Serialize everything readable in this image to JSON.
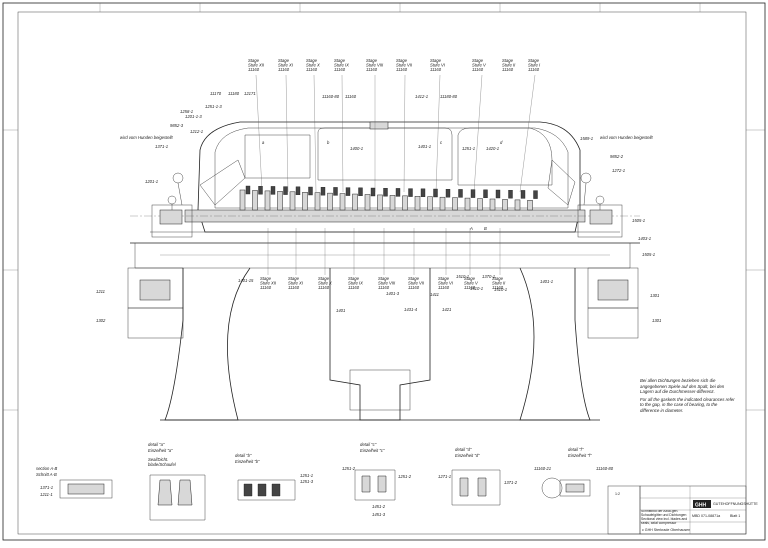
{
  "stage_labels_top": [
    {
      "title": "Stage",
      "sub": "Stufe XII",
      "code": "11160"
    },
    {
      "title": "Stage",
      "sub": "Stufe XI",
      "code": "11160"
    },
    {
      "title": "Stage",
      "sub": "Stufe X",
      "code": "11160"
    },
    {
      "title": "Stage",
      "sub": "Stufe IX",
      "code": "11160"
    },
    {
      "title": "Stage",
      "sub": "Stufe VIII",
      "code": "11160"
    },
    {
      "title": "Stage",
      "sub": "Stufe VII",
      "code": "11160"
    },
    {
      "title": "Stage",
      "sub": "Stufe VI",
      "code": "11160"
    },
    {
      "title": "Stage",
      "sub": "Stufe V",
      "code": "11160"
    },
    {
      "title": "Stage",
      "sub": "Stufe II",
      "code": "11160"
    },
    {
      "title": "Stage",
      "sub": "Stufe I",
      "code": "11160"
    }
  ],
  "stage_labels_bottom": [
    {
      "title": "Stage",
      "sub": "Stufe XII",
      "code": "11160"
    },
    {
      "title": "Stage",
      "sub": "Stufe XI",
      "code": "11160"
    },
    {
      "title": "Stage",
      "sub": "Stufe X",
      "code": "11160"
    },
    {
      "title": "Stage",
      "sub": "Stufe IX",
      "code": "11160"
    },
    {
      "title": "Stage",
      "sub": "Stufe VIII",
      "code": "11160"
    },
    {
      "title": "Stage",
      "sub": "Stufe VII",
      "code": "11160"
    },
    {
      "title": "Stage",
      "sub": "Stufe VI",
      "code": "11160"
    },
    {
      "title": "Stage",
      "sub": "Stufe V",
      "code": "11160"
    },
    {
      "title": "Stage",
      "sub": "Stufe II",
      "code": "11160"
    }
  ],
  "part_labels_upper": [
    "11170",
    "11180",
    "12171",
    "1218-1",
    "11160-80",
    "11160",
    "1412-1",
    "1400-1",
    "1401-1",
    "11180-80",
    "1251-1-3",
    "1201-1-3",
    "1258-1",
    "1212-1",
    "9852-3",
    "11360-1-3",
    "1371-1",
    "1201-1",
    "1201-1",
    "1251-1",
    "1420-1"
  ],
  "part_labels_right": [
    "1589-1",
    "9852-2",
    "1272-1",
    "1505-1",
    "1403-1",
    "1505-1",
    "1301"
  ],
  "part_labels_left": [
    "1211",
    "1302"
  ],
  "part_labels_lower": [
    "1401-15",
    "1401",
    "1401-3",
    "1431-4",
    "1411",
    "1421",
    "1510-1",
    "1510-1",
    "1370-1",
    "1510-1",
    "1401-1"
  ],
  "seal_note_left": "wird vom Hunden beigestellt",
  "seal_note_right": "wird vom Hunden beigestellt",
  "notes": {
    "german": "Bei allen Dichtungen beziehen sich die angegebenen Spiele auf den Spalt, bei den Lagern auf die Durchmesser-differenz.",
    "english": "For all the gaskets the indicated clearances refer to the gap, in the case of bearing, to the difference in diameter."
  },
  "details": [
    {
      "title": "section A-B",
      "sub": "Schnitt A-B",
      "parts": [
        "1371-1",
        "1211-1"
      ]
    },
    {
      "title": "detail \"a\"",
      "sub": "Einzelheit \"a\"",
      "parts": [
        "Seal/Dicht.",
        "blade/Schaufel"
      ]
    },
    {
      "title": "detail \"b\"",
      "sub": "Einzelheit \"b\"",
      "parts": [
        "1251-1",
        "1251-3"
      ]
    },
    {
      "title": "detail \"c\"",
      "sub": "Einzelheit \"c\"",
      "parts": [
        "1251-2",
        "1251-2",
        "1451-2",
        "1451-3"
      ]
    },
    {
      "title": "detail \"d\"",
      "sub": "Einzelheit \"d\"",
      "parts": [
        "1271-1",
        "1371-2"
      ]
    },
    {
      "title": "detail \"f\"",
      "sub": "Einzelheit \"f\"",
      "parts": [
        "11160-21",
        "11160-80"
      ]
    }
  ],
  "title_block": {
    "brand": "GHH",
    "company": "GUTEHOFFNUNGSHÜTTE",
    "title_de": "Schnittbild der Axial-gen. Schaufelgitter und Dichtungen",
    "title_en": "Sectional view incl. blades and seals, axial compressor",
    "drawing_no": "MBD 071-08871a",
    "sheet": "Blatt 1",
    "scale": "1:2",
    "footer": "c GHH Sterkrade Oberhausen"
  },
  "ref_marks": [
    "A",
    "B",
    "a",
    "b",
    "c",
    "d"
  ]
}
